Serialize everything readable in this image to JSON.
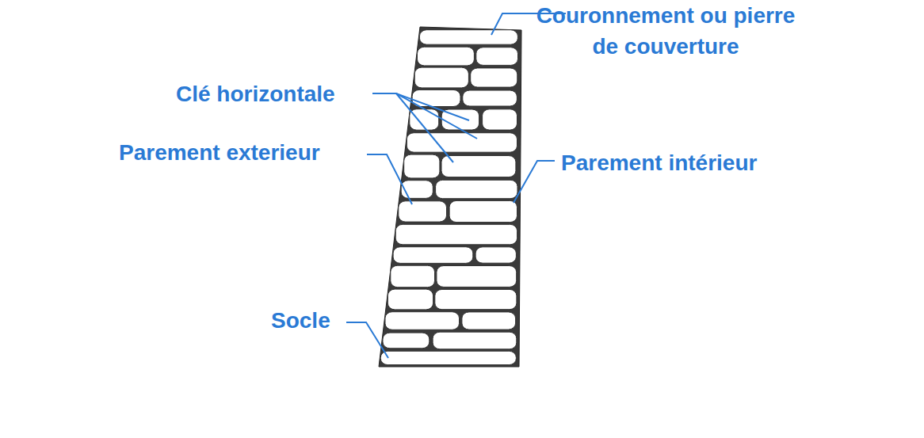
{
  "diagram": {
    "labels": [
      "Couronnement ou pierre de couverture",
      "Clé horizontale",
      "Parement exterieur",
      "Parement intérieur",
      "Socle"
    ]
  }
}
